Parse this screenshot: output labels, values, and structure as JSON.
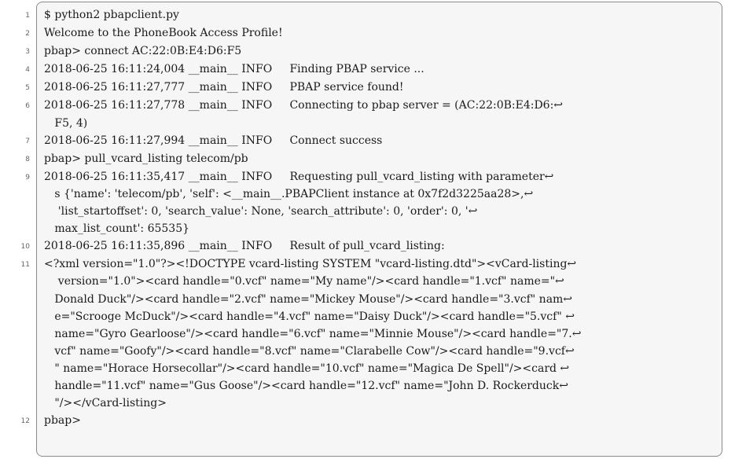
{
  "listing": {
    "lines": [
      {
        "number": "1",
        "segments": [
          "$ python2 pbapclient.py"
        ]
      },
      {
        "number": "2",
        "segments": [
          "Welcome to the PhoneBook Access Profile!"
        ]
      },
      {
        "number": "3",
        "segments": [
          "pbap> connect AC:22:0B:E4:D6:F5"
        ]
      },
      {
        "number": "4",
        "segments": [
          "2018-06-25 16:11:24,004 __main__ INFO     Finding PBAP service ..."
        ]
      },
      {
        "number": "5",
        "segments": [
          "2018-06-25 16:11:27,777 __main__ INFO     PBAP service found!"
        ]
      },
      {
        "number": "6",
        "segments": [
          "2018-06-25 16:11:27,778 __main__ INFO     Connecting to pbap server = (AC:22:0B:E4:D6:↩",
          "   F5, 4)"
        ]
      },
      {
        "number": "7",
        "segments": [
          "2018-06-25 16:11:27,994 __main__ INFO     Connect success"
        ]
      },
      {
        "number": "8",
        "segments": [
          "pbap> pull_vcard_listing telecom/pb"
        ]
      },
      {
        "number": "9",
        "segments": [
          "2018-06-25 16:11:35,417 __main__ INFO     Requesting pull_vcard_listing with parameter↩",
          "   s {'name': 'telecom/pb', 'self': <__main__.PBAPClient instance at 0x7f2d3225aa28>,↩",
          "    'list_startoffset': 0, 'search_value': None, 'search_attribute': 0, 'order': 0, '↩",
          "   max_list_count': 65535}"
        ]
      },
      {
        "number": "10",
        "segments": [
          "2018-06-25 16:11:35,896 __main__ INFO     Result of pull_vcard_listing:"
        ]
      },
      {
        "number": "11",
        "segments": [
          "<?xml version=\"1.0\"?><!DOCTYPE vcard-listing SYSTEM \"vcard-listing.dtd\"><vCard-listing↩",
          "    version=\"1.0\"><card handle=\"0.vcf\" name=\"My name\"/><card handle=\"1.vcf\" name=\"↩",
          "   Donald Duck\"/><card handle=\"2.vcf\" name=\"Mickey Mouse\"/><card handle=\"3.vcf\" nam↩",
          "   e=\"Scrooge McDuck\"/><card handle=\"4.vcf\" name=\"Daisy Duck\"/><card handle=\"5.vcf\" ↩",
          "   name=\"Gyro Gearloose\"/><card handle=\"6.vcf\" name=\"Minnie Mouse\"/><card handle=\"7.↩",
          "   vcf\" name=\"Goofy\"/><card handle=\"8.vcf\" name=\"Clarabelle Cow\"/><card handle=\"9.vcf↩",
          "   \" name=\"Horace Horsecollar\"/><card handle=\"10.vcf\" name=\"Magica De Spell\"/><card ↩",
          "   handle=\"11.vcf\" name=\"Gus Goose\"/><card handle=\"12.vcf\" name=\"John D. Rockerduck↩",
          "   \"/></vCard-listing>"
        ]
      },
      {
        "number": "12",
        "segments": [
          "pbap>"
        ]
      }
    ]
  }
}
